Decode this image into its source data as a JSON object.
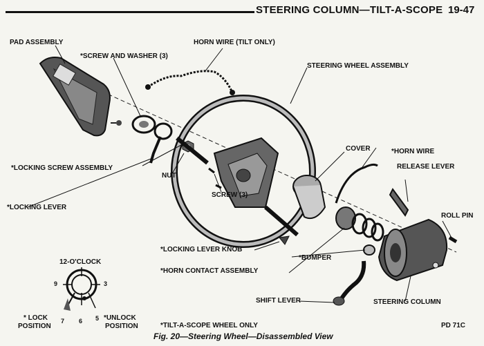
{
  "header": {
    "title": "STEERING COLUMN—TILT-A-SCOPE",
    "page_number": "19-47"
  },
  "labels": {
    "pad_assembly": "PAD ASSEMBLY",
    "screw_washer": "*SCREW AND WASHER (3)",
    "horn_wire_tilt": "HORN WIRE (TILT ONLY)",
    "steering_wheel_assembly": "STEERING WHEEL ASSEMBLY",
    "cover": "COVER",
    "horn_wire": "*HORN WIRE",
    "release_lever": "RELEASE LEVER",
    "locking_screw_assembly": "*LOCKING SCREW ASSEMBLY",
    "nut": "NUT",
    "screw_3": "SCREW (3)",
    "roll_pin": "ROLL PIN",
    "locking_lever": "*LOCKING LEVER",
    "locking_lever_knob": "*LOCKING LEVER KNOB",
    "bumper": "*BUMPER",
    "horn_contact_assembly": "*HORN CONTACT ASSEMBLY",
    "shift_lever": "SHIFT LEVER",
    "steering_column": "STEERING COLUMN"
  },
  "clock_diagram": {
    "top": "12-O'CLOCK",
    "nine": "9",
    "three": "3",
    "seven": "7",
    "six": "6",
    "five": "5",
    "lock_line1": "* LOCK",
    "lock_line2": "POSITION",
    "unlock_line1": "*UNLOCK",
    "unlock_line2": "POSITION"
  },
  "footnote": "*TILT-A-SCOPE WHEEL ONLY",
  "plate_id": "PD 71C",
  "caption": "Fig. 20—Steering Wheel—Disassembled View"
}
